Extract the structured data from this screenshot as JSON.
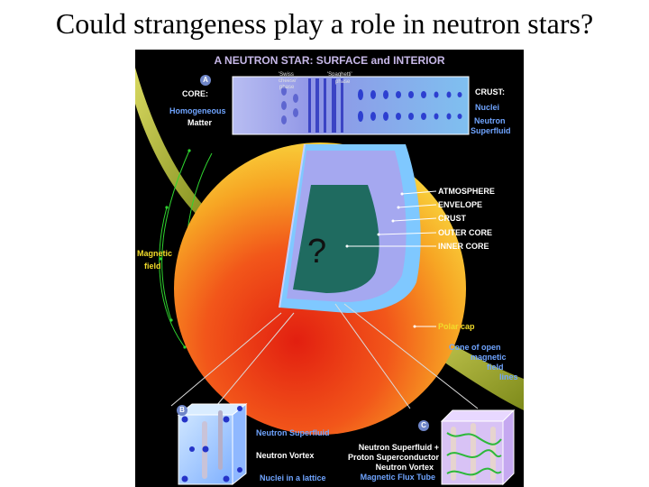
{
  "slide": {
    "title": "Could strangeness play a role in neutron stars?"
  },
  "figure": {
    "title": "A NEUTRON STAR: SURFACE and INTERIOR",
    "inset_a": {
      "badge": "A",
      "core_heading": "CORE:",
      "core_line1": "Homogeneous",
      "core_line2": "Matter",
      "phase1_line1": "'Swiss",
      "phase1_line2": "cheese'",
      "phase1_line3": "phase",
      "phase2_line1": "'Spaghetti'",
      "phase2_line2": "phase",
      "crust_heading": "CRUST:",
      "crust_nuclei": "Nuclei",
      "crust_sf_line1": "Neutron",
      "crust_sf_line2": "Superfluid"
    },
    "layers": [
      "ATMOSPHERE",
      "ENVELOPE",
      "CRUST",
      "OUTER CORE",
      "INNER CORE"
    ],
    "question_mark": "?",
    "magnetic_field_line1": "Magnetic",
    "magnetic_field_line2": "field",
    "polar_cap": "Polar cap",
    "cone": [
      "Cone of open",
      "magnetic",
      "field",
      "lines"
    ],
    "inset_b": {
      "badge": "B",
      "label_superfluid": "Neutron Superfluid",
      "label_vortex": "Neutron Vortex",
      "label_lattice": "Nuclei in a lattice"
    },
    "inset_c": {
      "badge": "C",
      "line1": "Neutron Superfluid +",
      "line2": "Proton Superconductor",
      "line3": "Neutron Vortex",
      "line4": "Magnetic Flux Tube"
    },
    "colors": {
      "background": "#000000",
      "star_outer": "#f5c020",
      "star_inner": "#e83a10",
      "atmosphere": "#7fc8ff",
      "crust": "#a5a8f0",
      "inner_core": "#1f6b60",
      "cone": "#9aa02a"
    }
  }
}
